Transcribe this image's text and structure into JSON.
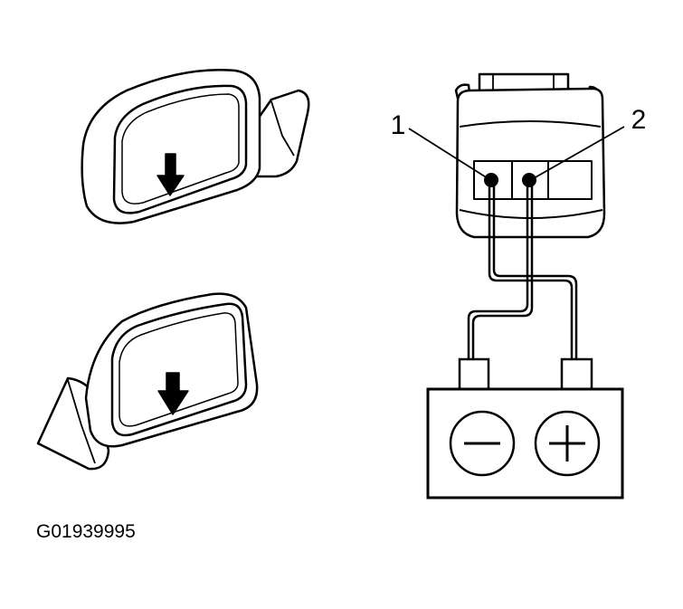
{
  "figure": {
    "id": "G01939995",
    "callouts": {
      "terminal_1": "1",
      "terminal_2": "2"
    },
    "battery": {
      "negative_symbol": "−",
      "positive_symbol": "+"
    },
    "colors": {
      "ink": "#000000",
      "fill": "#ffffff",
      "shade": "#e6e6e6"
    }
  }
}
